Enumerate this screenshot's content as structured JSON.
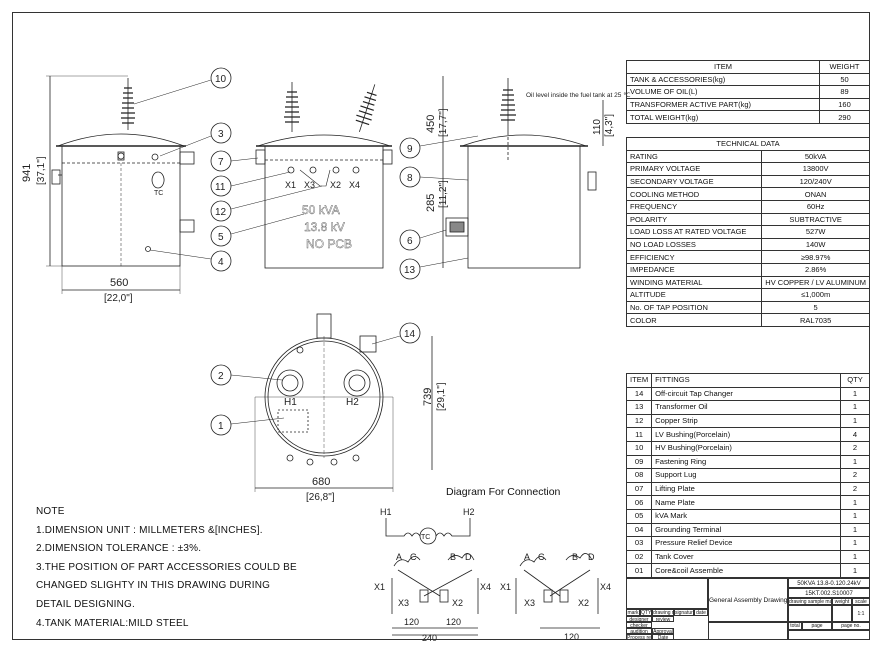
{
  "weights_table": {
    "headers": [
      "ITEM",
      "WEIGHT"
    ],
    "rows": [
      [
        "TANK & ACCESSORIES(kg)",
        "50"
      ],
      [
        "VOLUME OF OIL(L)",
        "89"
      ],
      [
        "TRANSFORMER ACTIVE PART(kg)",
        "160"
      ],
      [
        "TOTAL WEIGHT(kg)",
        "290"
      ]
    ]
  },
  "technical_data": {
    "title": "TECHNICAL DATA",
    "rows": [
      [
        "RATING",
        "50kVA"
      ],
      [
        "PRIMARY VOLTAGE",
        "13800V"
      ],
      [
        "SECONDARY VOLTAGE",
        "120/240V"
      ],
      [
        "COOLING METHOD",
        "ONAN"
      ],
      [
        "FREQUENCY",
        "60Hz"
      ],
      [
        "POLARITY",
        "SUBTRACTIVE"
      ],
      [
        "LOAD LOSS AT RATED VOLTAGE",
        "527W"
      ],
      [
        "NO LOAD LOSSES",
        "140W"
      ],
      [
        "EFFICIENCY",
        "≥98.97%"
      ],
      [
        "IMPEDANCE",
        "2.86%"
      ],
      [
        "WINDING MATERIAL",
        "HV  COPPER / LV  ALUMINUM"
      ],
      [
        "ALTITUDE",
        "≤1,000m"
      ],
      [
        "No. OF TAP POSITION",
        "5"
      ],
      [
        "COLOR",
        "RAL7035"
      ]
    ]
  },
  "fittings": {
    "headers": [
      "ITEM",
      "FITTINGS",
      "QTY"
    ],
    "rows": [
      [
        "14",
        "Off-circuit Tap Changer",
        "1"
      ],
      [
        "13",
        "Transformer Oil",
        "1"
      ],
      [
        "12",
        "Copper Strip",
        "1"
      ],
      [
        "11",
        "LV Bushing(Porcelain)",
        "4"
      ],
      [
        "10",
        "HV Bushing(Porcelain)",
        "2"
      ],
      [
        "09",
        "Fastening Ring",
        "1"
      ],
      [
        "08",
        "Support Lug",
        "2"
      ],
      [
        "07",
        "Lifting Plate",
        "2"
      ],
      [
        "06",
        "Name Plate",
        "1"
      ],
      [
        "05",
        "kVA Mark",
        "1"
      ],
      [
        "04",
        "Grounding Terminal",
        "1"
      ],
      [
        "03",
        "Pressure Relief Device",
        "1"
      ],
      [
        "02",
        "Tank Cover",
        "1"
      ],
      [
        "01",
        "Core&coil Assemble",
        "1"
      ]
    ]
  },
  "notes": {
    "title": "NOTE",
    "lines": [
      "1.DIMENSION UNIT : MILLMETERS &[INCHES].",
      "2.DIMENSION TOLERANCE : ±3%.",
      "3.THE POSITION OF PART ACCESSORIES COULD BE",
      "CHANGED SLIGHTY IN THIS DRAWING DURING",
      "DETAIL DESIGNING.",
      "4.TANK MATERIAL:MILD STEEL"
    ]
  },
  "connection_diagram": {
    "title": "Diagram For Connection",
    "h1": "H1",
    "h2": "H2",
    "tc": "TC",
    "a": "A",
    "b": "B",
    "c": "C",
    "d": "D",
    "x1": "X1",
    "x2": "X2",
    "x3": "X3",
    "x4": "X4",
    "dim_120": "120",
    "dim_240": "240"
  },
  "views": {
    "front": {
      "height": "941",
      "height_in": "[37,1\"]",
      "width": "560",
      "width_in": "[22,0\"]",
      "tc_mark": "TC"
    },
    "side": {
      "kva_mark": [
        "50 kVA",
        "13.8 kV",
        "NO PCB"
      ],
      "terminals": [
        "X1",
        "X3",
        "X2",
        "X4"
      ]
    },
    "right": {
      "oil_note": "Oil level inside the fuel tank at 25 ℃",
      "dim_450": "450",
      "dim_450_in": "[17,7\"]",
      "dim_285": "285",
      "dim_285_in": "[11,2\"]",
      "dim_110": "110",
      "dim_110_in": "[4,3\"]"
    },
    "top": {
      "h1": "H1",
      "h2": "H2",
      "dim_739": "739",
      "dim_739_in": "[29,1\"]",
      "dim_680": "680",
      "dim_680_in": "[26,8\"]"
    },
    "balloons": [
      "1",
      "2",
      "3",
      "4",
      "5",
      "6",
      "7",
      "8",
      "9",
      "10",
      "11",
      "12",
      "13",
      "14"
    ]
  },
  "title_block": {
    "drawing_name": "General Assembly Drawing",
    "spec": "50KVA 13.8-0.120.24kV",
    "code": "15KT.002.S10007",
    "cells": [
      "mark",
      "QTY",
      "drawing no.",
      "signature",
      "date",
      "designer",
      "review",
      "checker",
      "audition",
      "Approval",
      "Process review",
      "Date",
      "drawing sample mark",
      "weight",
      "scale",
      "total",
      "page",
      "page no."
    ],
    "scale": "1:1"
  },
  "colors": {
    "line": "#222222",
    "background": "#ffffff"
  }
}
